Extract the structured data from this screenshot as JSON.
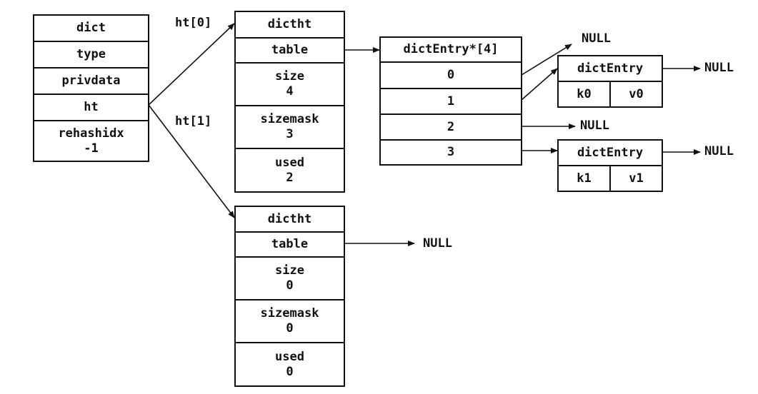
{
  "dict": {
    "fields": [
      "dict",
      "type",
      "privdata",
      "ht"
    ],
    "rehashidx_label": "rehashidx",
    "rehashidx_value": "-1"
  },
  "labels": {
    "ht0": "ht[0]",
    "ht1": "ht[1]",
    "null": "NULL"
  },
  "ht0": {
    "header": "dictht",
    "table": "table",
    "size_label": "size",
    "size_value": "4",
    "sizemask_label": "sizemask",
    "sizemask_value": "3",
    "used_label": "used",
    "used_value": "2"
  },
  "ht1": {
    "header": "dictht",
    "table": "table",
    "size_label": "size",
    "size_value": "0",
    "sizemask_label": "sizemask",
    "sizemask_value": "0",
    "used_label": "used",
    "used_value": "0"
  },
  "table_array": {
    "header": "dictEntry*[4]",
    "slots": [
      "0",
      "1",
      "2",
      "3"
    ]
  },
  "entry0": {
    "header": "dictEntry",
    "key": "k0",
    "value": "v0"
  },
  "entry1": {
    "header": "dictEntry",
    "key": "k1",
    "value": "v1"
  }
}
